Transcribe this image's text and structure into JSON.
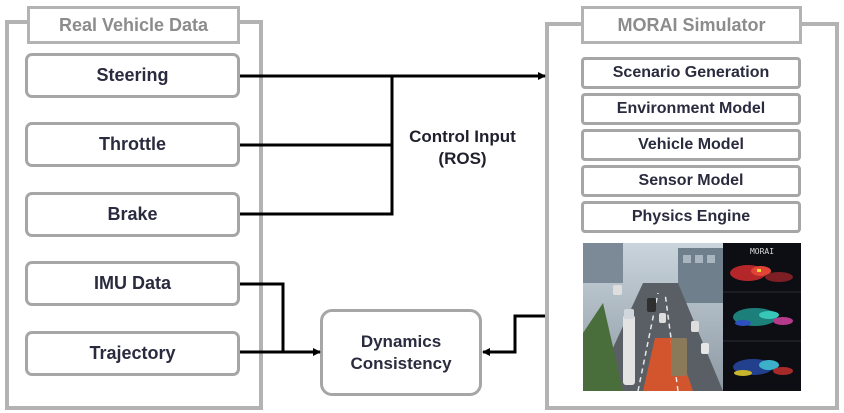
{
  "real_vehicle": {
    "title": "Real Vehicle Data",
    "items": [
      "Steering",
      "Throttle",
      "Brake",
      "IMU Data",
      "Trajectory"
    ]
  },
  "simulator": {
    "title": "MORAI Simulator",
    "modules": [
      "Scenario Generation",
      "Environment Model",
      "Vehicle Model",
      "Sensor Model",
      "Physics Engine"
    ],
    "logo_text": "MORAI"
  },
  "control": {
    "line1": "Control Input",
    "line2": "(ROS)"
  },
  "dynamics": {
    "line1": "Dynamics",
    "line2": "Consistency"
  }
}
